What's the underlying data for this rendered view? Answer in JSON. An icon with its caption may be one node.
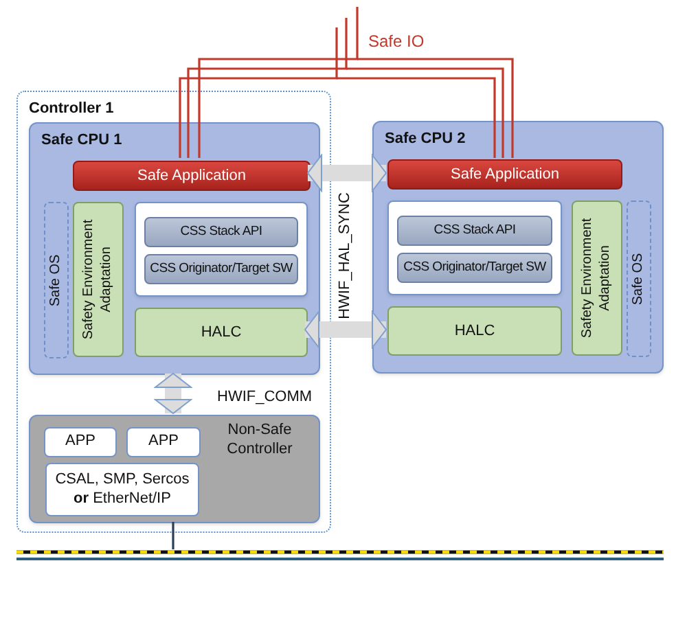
{
  "diagram": {
    "nodes": [
      {
        "text": [
          "Controller 1"
        ]
      },
      {
        "text": [
          "Safe CPU 1"
        ],
        "in": 0
      },
      {
        "text": [
          "Safe Application"
        ],
        "in": 1
      },
      {
        "text": [
          "Safe OS"
        ],
        "in": 1
      },
      {
        "text": [
          "Safety Environment Adaptation"
        ],
        "in": 1
      },
      {
        "text": [],
        "shape": "box",
        "in": 1
      },
      {
        "text": [
          "CSS Stack API"
        ],
        "in": 5
      },
      {
        "text": [
          "CSS Originator/Target SW"
        ],
        "in": 5
      },
      {
        "text": [
          "HALC"
        ],
        "in": 1
      },
      {
        "text": [
          "Non-Safe Controller"
        ],
        "in": 0
      },
      {
        "text": [
          "APP"
        ],
        "in": 9
      },
      {
        "text": [
          "APP"
        ],
        "in": 9
      },
      {
        "text": [
          "CSAL, SMP, Sercos **or** EtherNet/IP"
        ],
        "in": 9
      },
      {
        "text": [
          "Safe CPU 2"
        ]
      },
      {
        "text": [
          "Safe Application"
        ],
        "in": 13
      },
      {
        "text": [],
        "shape": "box",
        "in": 13
      },
      {
        "text": [
          "CSS Stack API"
        ],
        "in": 15
      },
      {
        "text": [
          "CSS Originator/Target SW"
        ],
        "in": 15
      },
      {
        "text": [
          "Safety Environment Adaptation"
        ],
        "in": 13
      },
      {
        "text": [
          "Safe OS"
        ],
        "in": 13
      },
      {
        "text": [
          "HALC"
        ],
        "in": 13
      },
      {
        "text": [],
        "shape": "bar"
      }
    ],
    "edges": [
      {
        "from": 2,
        "to": 14,
        "arrow": "both",
        "style": "thick"
      },
      {
        "from": 8,
        "to": 20,
        "arrow": "both",
        "style": "thick"
      },
      {
        "from": 1,
        "to": 9,
        "arrow": "both",
        "style": "thick",
        "label": "HWIF_COMM"
      },
      {
        "from": 2,
        "to": null,
        "arrow": "none",
        "color": "#c0392b"
      },
      {
        "from": 14,
        "to": null,
        "arrow": "none",
        "color": "#c0392b"
      },
      {
        "from": 9,
        "to": 21,
        "arrow": "none",
        "color": "#2a3f55"
      }
    ],
    "labels": [
      "Safe IO",
      "HWIF_HAL_SYNC"
    ]
  }
}
